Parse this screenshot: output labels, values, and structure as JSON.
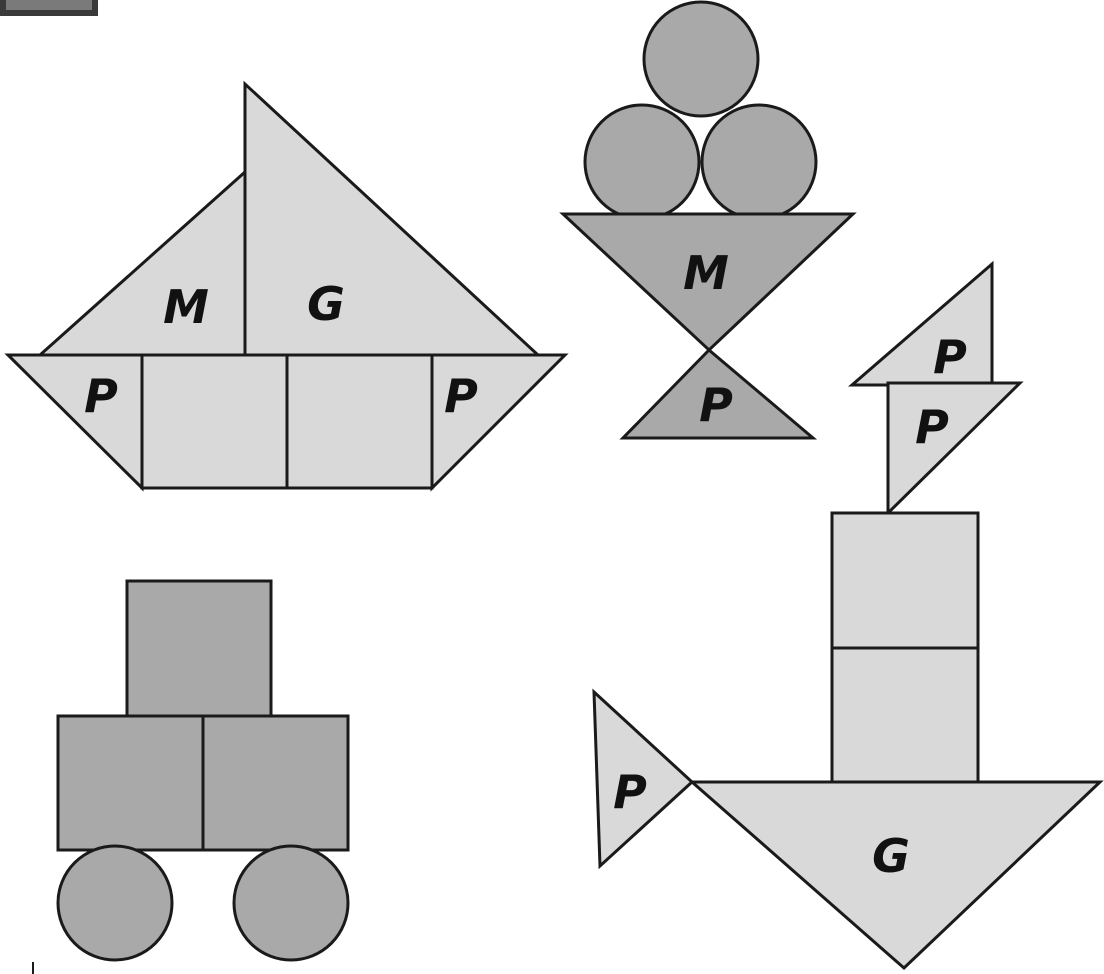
{
  "colors": {
    "background": "#ffffff",
    "light_piece": "#d9d9d9",
    "dark_piece": "#a9a9a9",
    "outline": "#1a1a1a",
    "label": "#111111"
  },
  "figures": {
    "sailboat": {
      "labels": {
        "medium_sail": "M",
        "big_sail": "G",
        "left_bow": "P",
        "right_stern": "P"
      }
    },
    "ice_cream": {
      "labels": {
        "cone": "M",
        "base": "P"
      }
    },
    "car": {
      "labels": {}
    },
    "boat_with_chimney": {
      "labels": {
        "flag_top": "P",
        "flag_bottom": "P",
        "hull": "G",
        "fin": "P"
      }
    }
  }
}
